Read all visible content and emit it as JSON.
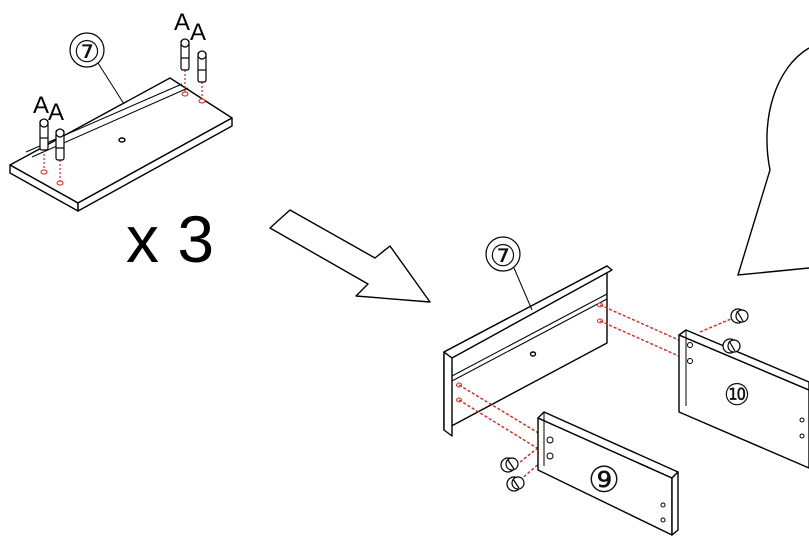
{
  "step": {
    "multiplier": "x 3",
    "part_labels": {
      "top_board": "⑦",
      "assembled_board": "⑦",
      "side_panel_small": "⑨",
      "side_panel_large": "⑩"
    },
    "hardware_labels": {
      "pin_left_a1": "A",
      "pin_left_a2": "A",
      "pin_right_a1": "A",
      "pin_right_a2": "A"
    }
  },
  "colors": {
    "line": "#000000",
    "guide": "#e0201a",
    "board_fill": "#ffffff"
  },
  "icons": [
    "arrow-right-down-icon",
    "cam-lock-icon",
    "dowel-pin-icon",
    "callout-bubble-icon"
  ]
}
